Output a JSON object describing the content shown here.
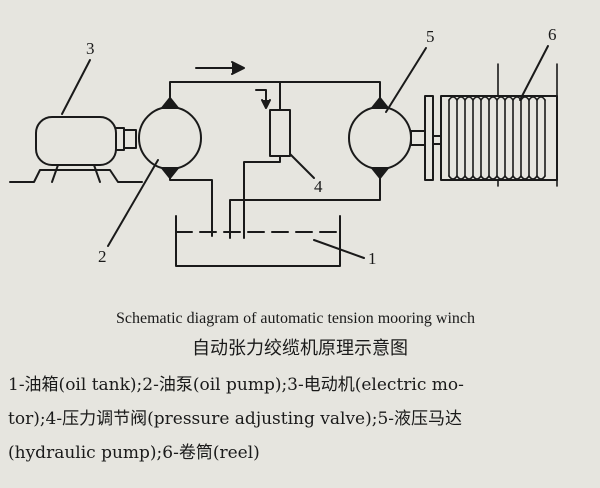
{
  "diagram": {
    "callouts": [
      "1",
      "2",
      "3",
      "4",
      "5",
      "6"
    ]
  },
  "caption": {
    "english": "Schematic diagram of automatic tension mooring winch",
    "chinese": "自动张力绞缆机原理示意图"
  },
  "legend": {
    "lines": [
      "1-油箱(oil tank);2-油泵(oil pump);3-电动机(electric mo-",
      "tor);4-压力调节阀(pressure adjusting valve);5-液压马达",
      "(hydraulic pump);6-卷筒(reel)"
    ]
  }
}
